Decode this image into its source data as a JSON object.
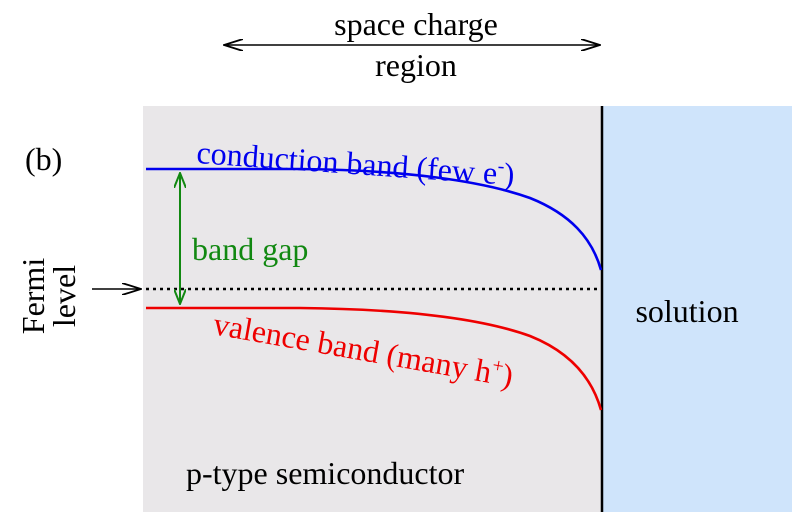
{
  "panel_label": "(b)",
  "space_charge": {
    "line1": "space charge",
    "line2": "region"
  },
  "fermi": {
    "line1": "Fermi",
    "line2": "level"
  },
  "conduction_band": {
    "text": "conduction band (few e",
    "superscript": "-",
    "close": ")"
  },
  "valence_band": {
    "text": "valence band (many h",
    "superscript": "+",
    "close": ")"
  },
  "band_gap": "band gap",
  "semiconductor": "p-type semiconductor",
  "solution": "solution",
  "colors": {
    "semiconductor_bg": "#e9e7e9",
    "solution_bg": "#cfe4fb",
    "conduction": "#0000ee",
    "valence": "#ee0000",
    "band_gap": "#118811",
    "text": "#000000"
  }
}
